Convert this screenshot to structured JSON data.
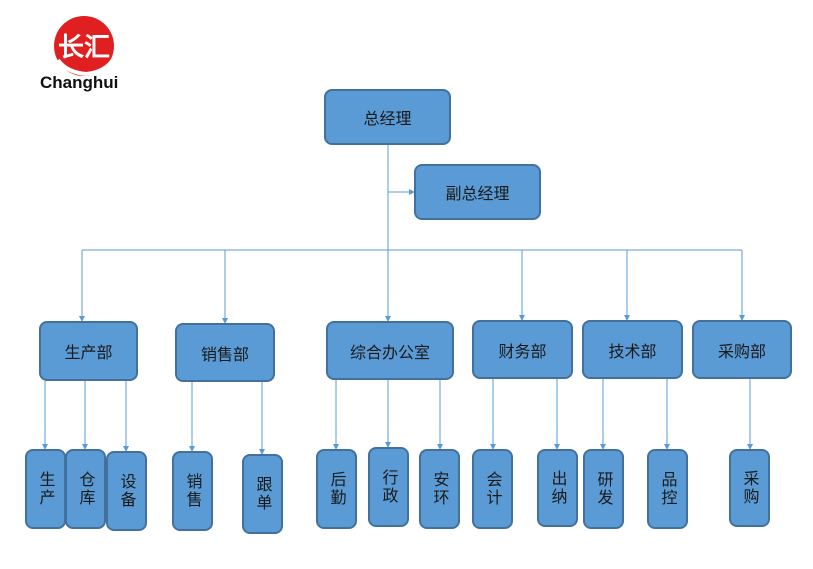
{
  "brand": {
    "logo_glyph": "长汇",
    "name": "Changhui",
    "red": "#e02020"
  },
  "colors": {
    "box_fill": "#5b9bd5",
    "box_border": "#41719c",
    "line": "#5b9bd5"
  },
  "top": {
    "ceo": "总经理",
    "deputy": "副总经理"
  },
  "departments": [
    {
      "name": "生产部",
      "units": [
        "生产",
        "仓库",
        "设备"
      ]
    },
    {
      "name": "销售部",
      "units": [
        "销售",
        "跟单"
      ]
    },
    {
      "name": "综合办公室",
      "units": [
        "后勤",
        "行政",
        "安环"
      ]
    },
    {
      "name": "财务部",
      "units": [
        "会计",
        "出纳"
      ]
    },
    {
      "name": "技术部",
      "units": [
        "研发",
        "品控"
      ]
    },
    {
      "name": "采购部",
      "units": [
        "采购"
      ]
    }
  ]
}
